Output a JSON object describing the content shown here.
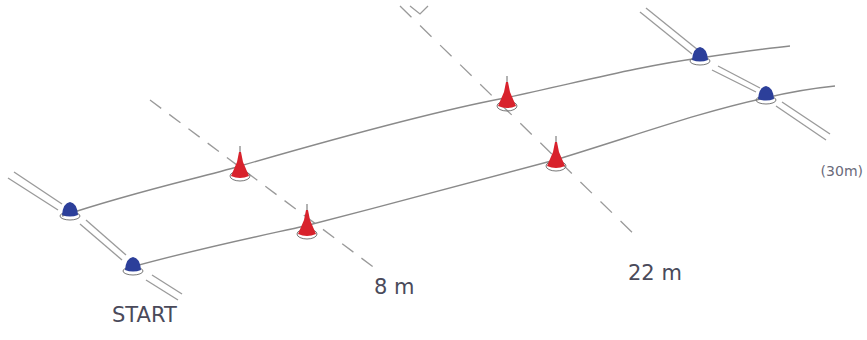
{
  "diagram": {
    "labels": [
      "START",
      "8 m",
      "22 m",
      "(30m)"
    ]
  }
}
